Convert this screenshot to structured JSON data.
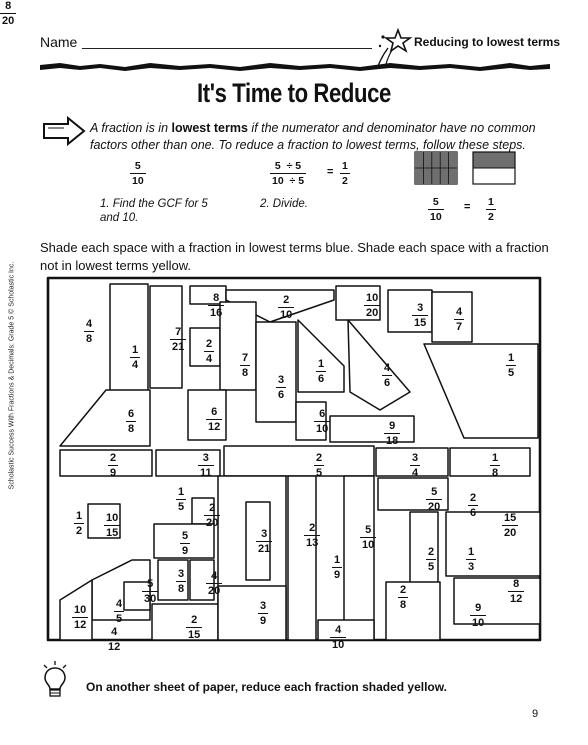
{
  "header": {
    "name_label": "Name",
    "topic": "Reducing to lowest terms"
  },
  "title": "It's Time to Reduce",
  "intro": {
    "part1": "A fraction is in ",
    "bold": "lowest terms",
    "part2": " if the numerator and denominator have no common factors other than one. To reduce a fraction to lowest terms, follow these steps."
  },
  "example": {
    "f1": {
      "num": "5",
      "den": "10"
    },
    "step1": "1.  Find the GCF for 5 and 10.",
    "f2a": {
      "num": "5  ÷ 5",
      "den": "10  ÷ 5"
    },
    "eq1": "=",
    "f2b": {
      "num": "1",
      "den": "2"
    },
    "step2": "2.  Divide.",
    "f3a": {
      "num": "5",
      "den": "10"
    },
    "eq2": "=",
    "f3b": {
      "num": "1",
      "den": "2"
    }
  },
  "directions": "Shade each space with a fraction in lowest terms blue. Shade each space with a fraction not in lowest terms yellow.",
  "puzzle_fractions": [
    {
      "n": "4",
      "d": "8"
    },
    {
      "n": "1",
      "d": "4"
    },
    {
      "n": "7",
      "d": "21"
    },
    {
      "n": "8",
      "d": "16"
    },
    {
      "n": "2",
      "d": "4"
    },
    {
      "n": "7",
      "d": "8"
    },
    {
      "n": "2",
      "d": "10"
    },
    {
      "n": "3",
      "d": "6"
    },
    {
      "n": "10",
      "d": "20"
    },
    {
      "n": "3",
      "d": "15"
    },
    {
      "n": "4",
      "d": "7"
    },
    {
      "n": "1",
      "d": "6"
    },
    {
      "n": "4",
      "d": "6"
    },
    {
      "n": "1",
      "d": "5"
    },
    {
      "n": "6",
      "d": "8"
    },
    {
      "n": "6",
      "d": "12"
    },
    {
      "n": "6",
      "d": "10"
    },
    {
      "n": "9",
      "d": "18"
    },
    {
      "n": "2",
      "d": "9"
    },
    {
      "n": "3",
      "d": "11"
    },
    {
      "n": "2",
      "d": "5"
    },
    {
      "n": "3",
      "d": "4"
    },
    {
      "n": "1",
      "d": "8"
    },
    {
      "n": "1",
      "d": "2"
    },
    {
      "n": "10",
      "d": "15"
    },
    {
      "n": "1",
      "d": "5"
    },
    {
      "n": "2",
      "d": "20"
    },
    {
      "n": "5",
      "d": "9"
    },
    {
      "n": "3",
      "d": "21"
    },
    {
      "n": "2",
      "d": "13"
    },
    {
      "n": "5",
      "d": "10"
    },
    {
      "n": "5",
      "d": "20"
    },
    {
      "n": "2",
      "d": "6"
    },
    {
      "n": "15",
      "d": "20"
    },
    {
      "n": "3",
      "d": "8"
    },
    {
      "n": "4",
      "d": "20"
    },
    {
      "n": "1",
      "d": "9"
    },
    {
      "n": "2",
      "d": "5"
    },
    {
      "n": "1",
      "d": "3"
    },
    {
      "n": "5",
      "d": "30"
    },
    {
      "n": "4",
      "d": "5"
    },
    {
      "n": "10",
      "d": "12"
    },
    {
      "n": "4",
      "d": "12"
    },
    {
      "n": "2",
      "d": "15"
    },
    {
      "n": "3",
      "d": "9"
    },
    {
      "n": "2",
      "d": "8"
    },
    {
      "n": "8",
      "d": "12"
    },
    {
      "n": "9",
      "d": "10"
    },
    {
      "n": "4",
      "d": "10"
    },
    {
      "n": "8",
      "d": "20"
    }
  ],
  "footer": "On another sheet of paper, reduce each fraction shaded yellow.",
  "page_number": "9",
  "side_credit": "Scholastic Success With Fractions & Decimals: Grade 5 © Scholastic Inc."
}
